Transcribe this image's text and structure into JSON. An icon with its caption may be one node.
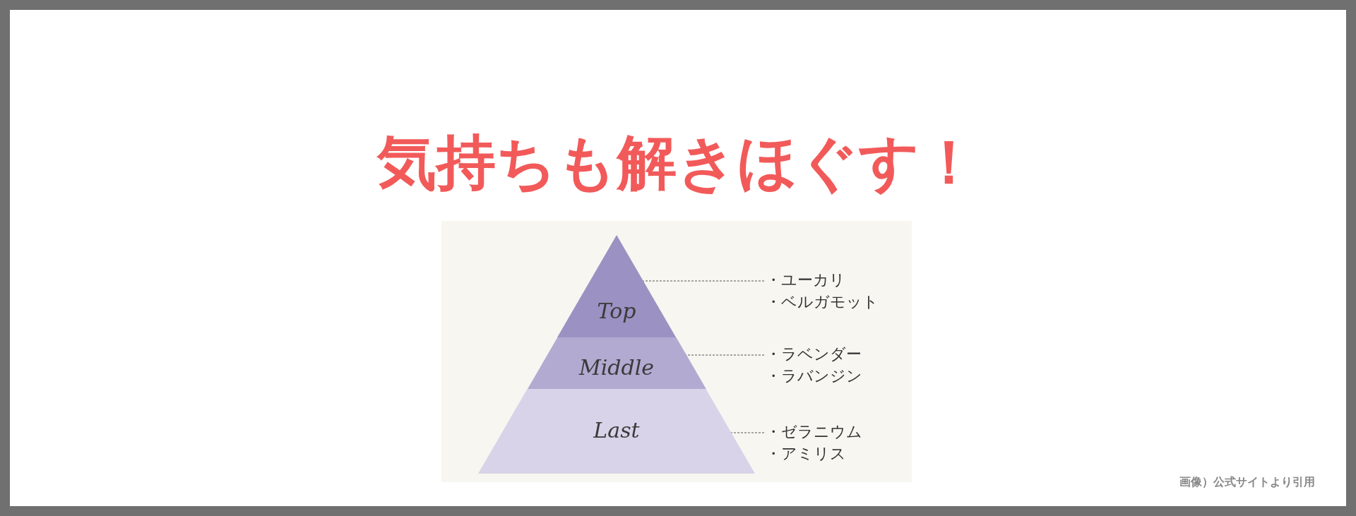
{
  "diagram": {
    "title": "気持ちも解きほぐす！",
    "nodes": [
      {
        "text": [
          "Top"
        ]
      },
      {
        "text": [
          "Middle"
        ]
      },
      {
        "text": [
          "Last"
        ]
      },
      {
        "text": [
          "・ユーカリ",
          "・ベルガモット"
        ]
      },
      {
        "text": [
          "・ラベンダー",
          "・ラバンジン"
        ]
      },
      {
        "text": [
          "・ゼラニウム",
          "・アミリス"
        ]
      }
    ],
    "edges": [
      {
        "from": 3,
        "to": 0,
        "arrow": "none",
        "style": "dashed"
      },
      {
        "from": 4,
        "to": 1,
        "arrow": "none",
        "style": "dashed"
      },
      {
        "from": 5,
        "to": 2,
        "arrow": "none",
        "style": "dashed"
      }
    ],
    "labels": [
      "画像）公式サイトより引用"
    ]
  }
}
